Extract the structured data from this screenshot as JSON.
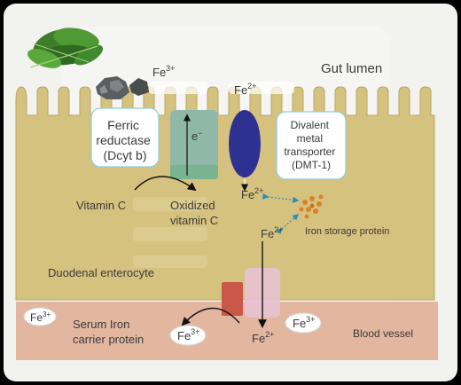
{
  "labels": {
    "gut_lumen": "Gut lumen",
    "ferric_reductase_1": "Ferric",
    "ferric_reductase_2": "reductase",
    "ferric_reductase_3": "(Dcyt b)",
    "dmt1_1": "Divalent",
    "dmt1_2": "metal",
    "dmt1_3": "transporter",
    "dmt1_4": "(DMT-1)",
    "vitamin_c": "Vitamin C",
    "oxidized_vitamin_c_1": "Oxidized",
    "oxidized_vitamin_c_2": "vitamin C",
    "iron_storage_protein": "Iron storage protein",
    "duodenal_enterocyte": "Duodenal enterocyte",
    "serum_carrier_1": "Serum Iron",
    "serum_carrier_2": "carrier protein",
    "blood_vessel": "Blood vessel",
    "electron": "e",
    "electron_sup": "−"
  },
  "ions": {
    "fe3_lumen": {
      "base": "Fe",
      "sup": "3+"
    },
    "fe2_lumen": {
      "base": "Fe",
      "sup": "2+"
    },
    "fe2_cell_upper": {
      "base": "Fe",
      "sup": "2+"
    },
    "fe2_cell_lower": {
      "base": "Fe",
      "sup": "2+"
    },
    "fe3_serum_left": {
      "base": "Fe",
      "sup": "3+"
    },
    "fe3_blood_mid": {
      "base": "Fe",
      "sup": "3+"
    },
    "fe2_blood": {
      "base": "Fe",
      "sup": "2+"
    },
    "fe3_blood_right": {
      "base": "Fe",
      "sup": "3+"
    }
  },
  "colors": {
    "background": "#000000",
    "panel": "#f2f2ef",
    "cell": "#d6c27f",
    "cell_stroke": "#b9a462",
    "blood": "#e3b6a0",
    "reductase": "#8fb8a8",
    "dmt1": "#2e3192",
    "ferroportin_red": "#c9574a",
    "ferroportin_pink": "#e8c2d4",
    "storage_dots": "#d9822b",
    "arrow_blue": "#2c8fb5",
    "label_box_stroke": "#8ccfe0"
  },
  "icons": {
    "spinach": "spinach-leaves-icon",
    "ore": "iron-ore-rock-icon"
  }
}
